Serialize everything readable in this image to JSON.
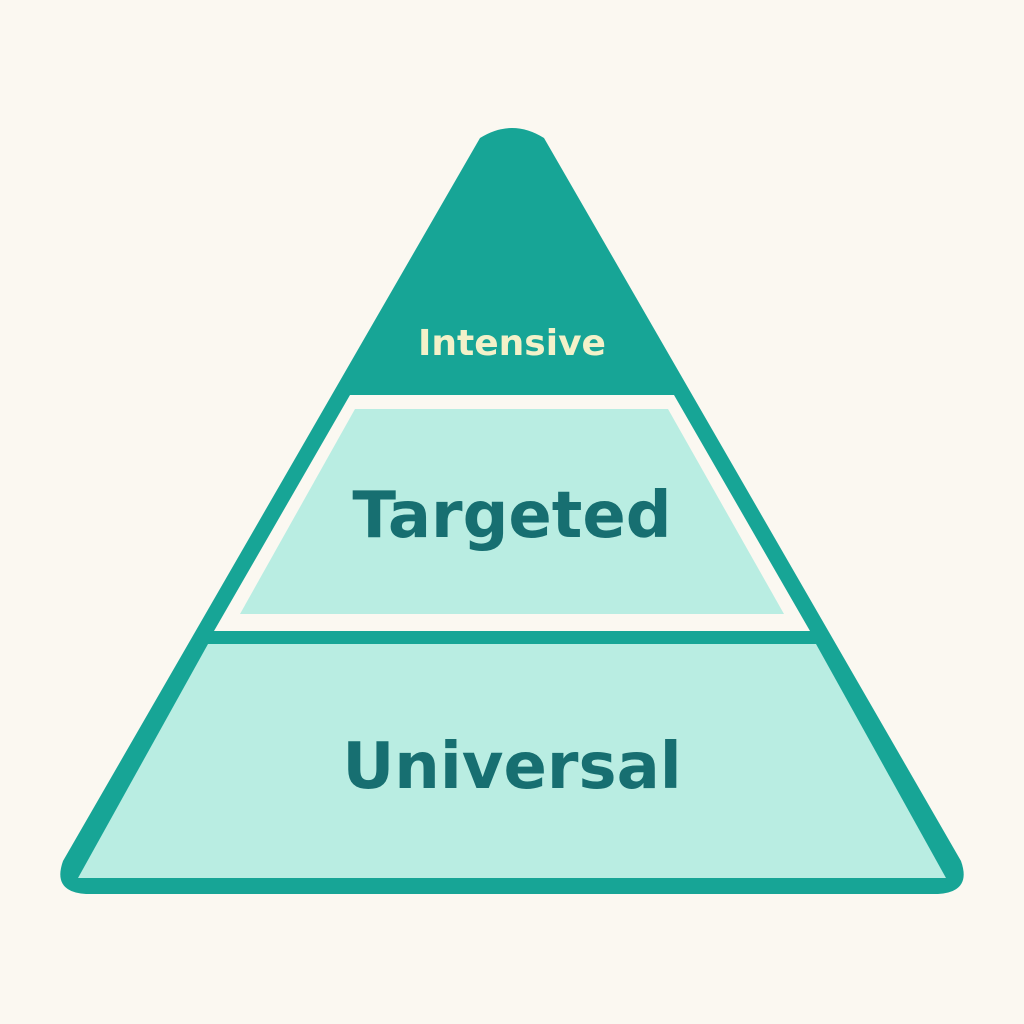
{
  "diagram": {
    "tiers": [
      {
        "id": "top",
        "label": "Intensive"
      },
      {
        "id": "middle",
        "label": "Targeted"
      },
      {
        "id": "bottom",
        "label": "Universal"
      }
    ]
  },
  "colors": {
    "background": "#fbf8f1",
    "teal": "#17a596",
    "mint": "#b9ede2",
    "label_dark": "#176f71",
    "label_light": "#f3f1c9"
  }
}
